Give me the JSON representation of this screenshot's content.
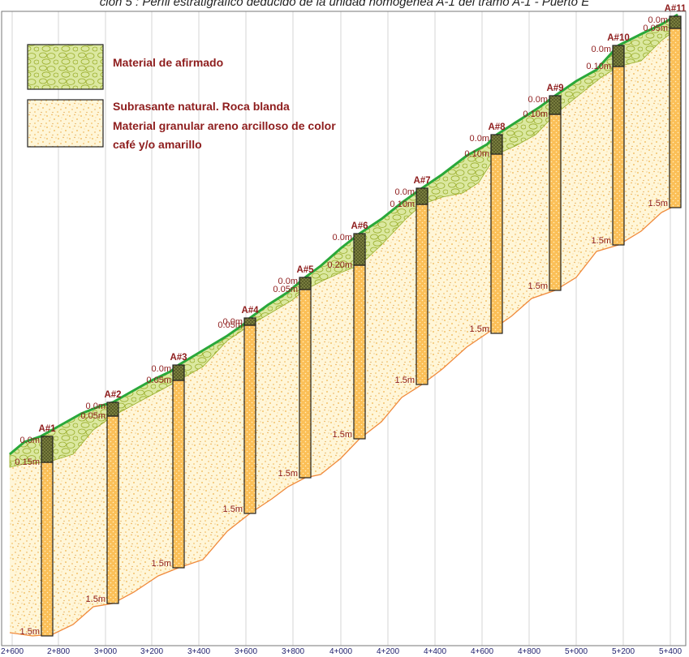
{
  "caption": "ción 5 : Perfil estratigráfico deducido de la unidad homogénea A-1 del tramo A-1 - Puerto E",
  "legend": {
    "afirmado": "Material de afirmado",
    "subrasante": [
      "Subrasante natural.  Roca blanda",
      "Material granular areno arcilloso de color",
      "café y/o amarillo"
    ]
  },
  "colors": {
    "afirmado_fill": "#dbe8a0",
    "afirmado_stroke": "#9aae2a",
    "sand_fill": "#fff6d8",
    "sand_dots": "#f0b34a",
    "surface_line": "#2aa83a",
    "bottom_line": "#f08a3c",
    "label_color": "#8e1d1d",
    "pit_fill": "#fbbf57",
    "pit_top_fill": "#5a5e2a"
  },
  "stations": [
    "2+600",
    "2+800",
    "3+000",
    "3+200",
    "3+400",
    "3+600",
    "3+800",
    "4+000",
    "4+200",
    "4+400",
    "4+600",
    "4+800",
    "5+000",
    "5+200",
    "5+400"
  ],
  "pits": [
    {
      "name": "A#1",
      "top_label": "0.0m",
      "mid_label": "0.15m",
      "bottom_label": "1.5m"
    },
    {
      "name": "A#2",
      "top_label": "0.0m",
      "mid_label": "0.05m",
      "bottom_label": "1.5m"
    },
    {
      "name": "A#3",
      "top_label": "0.0m",
      "mid_label": "0.05m",
      "bottom_label": "1.5m"
    },
    {
      "name": "A#4",
      "top_label": "0.0m",
      "mid_label": "0.05m",
      "bottom_label": "1.5m"
    },
    {
      "name": "A#5",
      "top_label": "0.0m",
      "mid_label": "0.05m",
      "bottom_label": "1.5m"
    },
    {
      "name": "A#6",
      "top_label": "0.0m",
      "mid_label": "0.20m",
      "bottom_label": "1.5m"
    },
    {
      "name": "A#7",
      "top_label": "0.0m",
      "mid_label": "0.10m",
      "bottom_label": "1.5m"
    },
    {
      "name": "A#8",
      "top_label": "0.0m",
      "mid_label": "0.10m",
      "bottom_label": "1.5m"
    },
    {
      "name": "A#9",
      "top_label": "0.0m",
      "mid_label": "0.10m",
      "bottom_label": "1.5m"
    },
    {
      "name": "A#10",
      "top_label": "0.0m",
      "mid_label": "0.10m",
      "bottom_label": "1.5m"
    },
    {
      "name": "A#11",
      "top_label": "0.0m",
      "mid_label": "0.05m",
      "bottom_label": "1.5m"
    }
  ]
}
